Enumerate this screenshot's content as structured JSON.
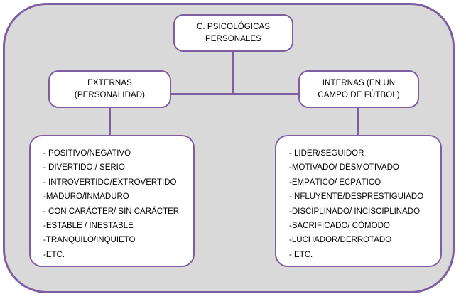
{
  "diagram": {
    "title_node": {
      "name": "root-node",
      "lines": [
        "C. PSICOLÓGICAS",
        "PERSONALES"
      ]
    },
    "branches": [
      {
        "id": "externas",
        "header_lines": [
          "EXTERNAS",
          "(PERSONALIDAD)"
        ],
        "items": [
          "- POSITIVO/NEGATIVO",
          "- DIVERTIDO / SERIO",
          "- INTROVERTIDO/EXTROVERTIDO",
          "-MADURO/INMADURO",
          "- CON CARÁCTER/ SIN CARÁCTER",
          "-ESTABLE / INESTABLE",
          "-TRANQUILO/INQUIETO",
          "-ETC."
        ]
      },
      {
        "id": "internas",
        "header_lines": [
          "INTERNAS (EN UN",
          "CAMPO DE FÚTBOL)"
        ],
        "items": [
          "- LIDER/SEGUIDOR",
          "-MOTIVADO/ DESMOTIVADO",
          "-EMPÁTICO/ ECPÁTICO",
          "-INFLUYENTE/DESPRESTIGUIADO",
          "-DISCIPLINADO/ INCISCIPLINADO",
          "-SACRIFICADO/ CÓMODO",
          "-LUCHADOR/DERROTADO",
          "- ETC."
        ]
      }
    ],
    "colors": {
      "outline": "#7e5ea0",
      "panel_background": "#d9d9d9",
      "node_background": "#ffffff",
      "text": "#000000",
      "page_background": "#ffffff"
    }
  }
}
